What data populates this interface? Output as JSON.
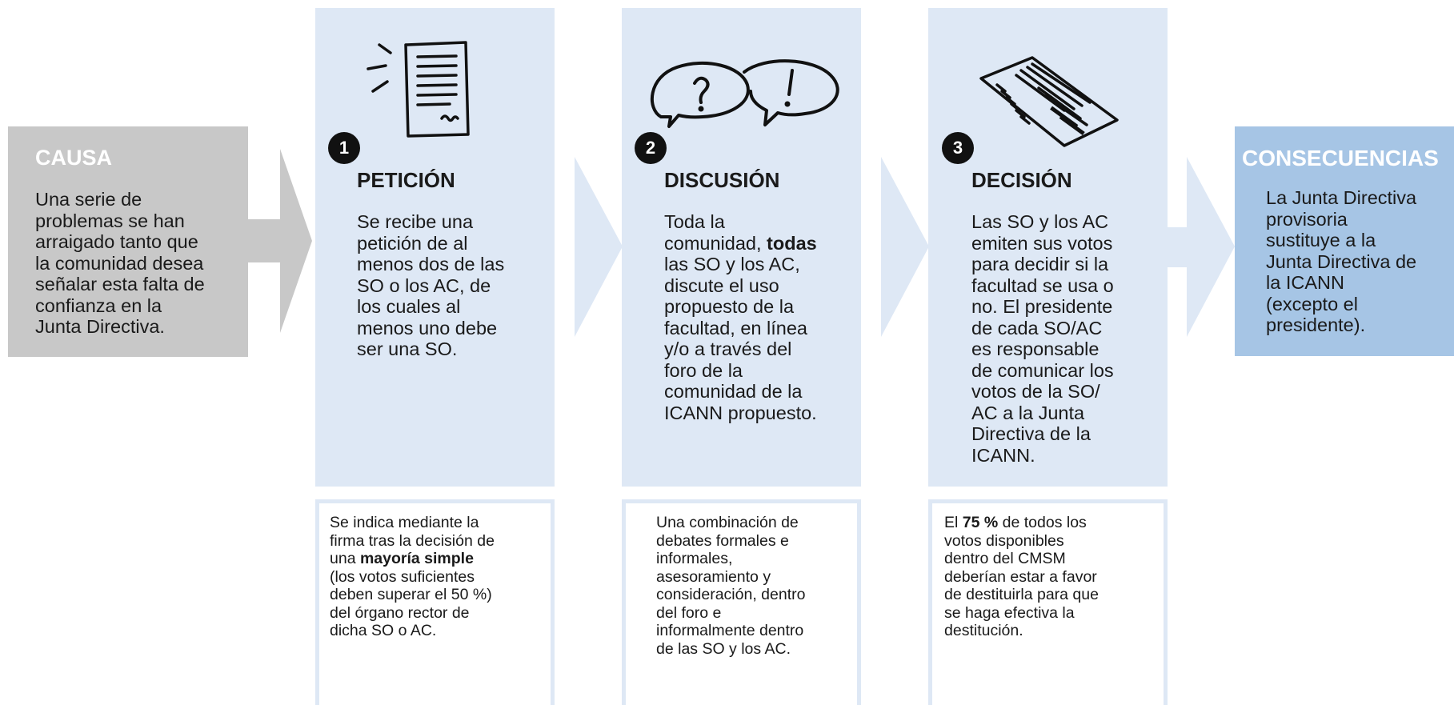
{
  "cause": {
    "title": "CAUSA",
    "text": [
      "Una serie de",
      "problemas se han",
      "arraigado tanto que",
      "la comunidad desea",
      "señalar esta falta de",
      "confianza en la",
      "Junta Directiva."
    ]
  },
  "steps": [
    {
      "number": "1",
      "title": "PETICIÓN",
      "icon": "document-icon",
      "text_lines": [
        [
          "Se recibe una"
        ],
        [
          "petición de al"
        ],
        [
          "menos dos de las"
        ],
        [
          "SO o los AC, de"
        ],
        [
          "los cuales al"
        ],
        [
          "menos uno debe"
        ],
        [
          "ser una SO."
        ]
      ],
      "note_lines": [
        [
          "Se indica mediante la"
        ],
        [
          "firma tras la decisión de"
        ],
        [
          "una ",
          {
            "b": "mayoría simple"
          }
        ],
        [
          "(los votos suficientes"
        ],
        [
          "deben superar el 50 %)"
        ],
        [
          "del órgano rector de"
        ],
        [
          "dicha SO o AC."
        ]
      ]
    },
    {
      "number": "2",
      "title": "DISCUSIÓN",
      "icon": "speech-bubbles-icon",
      "text_lines": [
        [
          "Toda la"
        ],
        [
          "comunidad, ",
          {
            "b": "todas"
          }
        ],
        [
          "las SO y los AC,"
        ],
        [
          "discute el uso"
        ],
        [
          "propuesto de la"
        ],
        [
          "facultad, en línea"
        ],
        [
          "y/o a través del"
        ],
        [
          "foro de la"
        ],
        [
          "comunidad de la"
        ],
        [
          "ICANN propuesto."
        ]
      ],
      "note_lines": [
        [
          "Una combinación de"
        ],
        [
          "debates formales e"
        ],
        [
          "informales,"
        ],
        [
          "asesoramiento y"
        ],
        [
          "consideración, dentro"
        ],
        [
          "del foro e"
        ],
        [
          "informalmente dentro"
        ],
        [
          "de las SO y los AC."
        ]
      ]
    },
    {
      "number": "3",
      "title": "DECISIÓN",
      "icon": "ballot-icon",
      "text_lines": [
        [
          "Las SO y los AC"
        ],
        [
          "emiten sus votos"
        ],
        [
          "para decidir si la"
        ],
        [
          "facultad se usa o"
        ],
        [
          "no. El presidente"
        ],
        [
          "de cada SO/AC"
        ],
        [
          "es responsable"
        ],
        [
          "de comunicar los"
        ],
        [
          "votos de la SO/"
        ],
        [
          "AC a la Junta"
        ],
        [
          "Directiva de la"
        ],
        [
          "ICANN."
        ]
      ],
      "note_lines": [
        [
          "El ",
          {
            "b": "75 %"
          },
          " de todos los"
        ],
        [
          "votos disponibles"
        ],
        [
          "dentro del CMSM"
        ],
        [
          "deberían estar a favor"
        ],
        [
          "de destituirla para que"
        ],
        [
          "se haga efectiva la"
        ],
        [
          "destitución."
        ]
      ]
    }
  ],
  "consequence": {
    "title": "CONSECUENCIAS",
    "text": [
      "La Junta Directiva",
      "provisoria",
      "sustituye a la",
      "Junta Directiva de",
      "la ICANN",
      "(excepto el",
      "presidente)."
    ]
  },
  "colors": {
    "cause_bg": "#c8c8c8",
    "step_bg": "#dee8f5",
    "consequence_bg": "#a6c5e5",
    "badge": "#111111"
  }
}
